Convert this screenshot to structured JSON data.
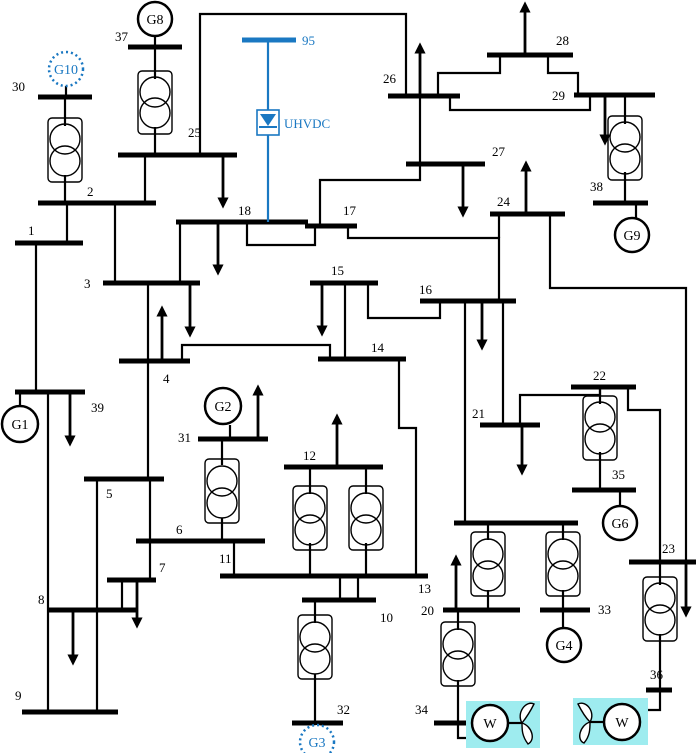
{
  "colors": {
    "line": "#000000",
    "hvdc": "#1a78c2",
    "wind_box": "#9eecef"
  },
  "buses": {
    "b1": "1",
    "b2": "2",
    "b3": "3",
    "b4": "4",
    "b5": "5",
    "b6": "6",
    "b7": "7",
    "b8": "8",
    "b9": "9",
    "b10": "10",
    "b11": "11",
    "b12": "12",
    "b13": "13",
    "b14": "14",
    "b15": "15",
    "b16": "16",
    "b17": "17",
    "b18": "18",
    "b20": "20",
    "b21": "21",
    "b22": "22",
    "b23": "23",
    "b24": "24",
    "b25": "25",
    "b26": "26",
    "b27": "27",
    "b28": "28",
    "b29": "29",
    "b30": "30",
    "b31": "31",
    "b32": "32",
    "b33": "33",
    "b34": "34",
    "b35": "35",
    "b36": "36",
    "b37": "37",
    "b38": "38",
    "b39": "39",
    "b95": "95"
  },
  "generators": {
    "g1": "G1",
    "g2": "G2",
    "g3": "G3",
    "g4": "G4",
    "g6": "G6",
    "g8": "G8",
    "g9": "G9",
    "g10": "G10",
    "w1": "W",
    "w2": "W"
  },
  "hvdc_label": "UHVDC"
}
